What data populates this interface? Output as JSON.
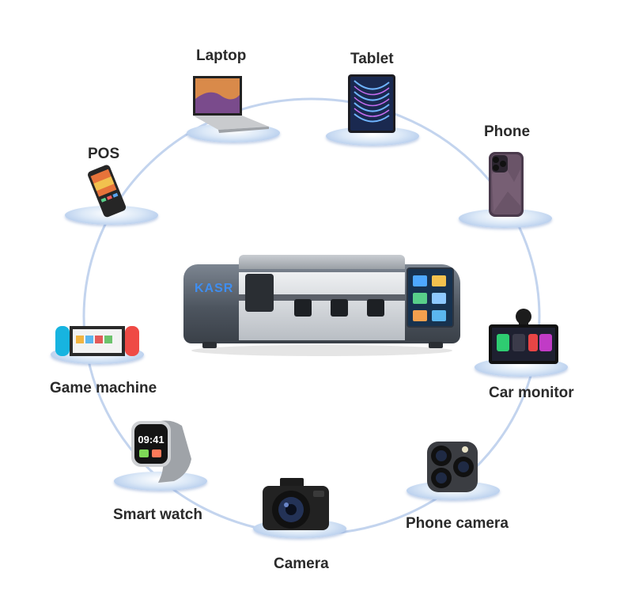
{
  "devices": [
    {
      "name": "laptop",
      "label": "Laptop"
    },
    {
      "name": "tablet",
      "label": "Tablet"
    },
    {
      "name": "phone",
      "label": "Phone"
    },
    {
      "name": "pos",
      "label": "POS"
    },
    {
      "name": "car-monitor",
      "label": "Car monitor"
    },
    {
      "name": "game-machine",
      "label": "Game machine"
    },
    {
      "name": "smart-watch",
      "label": "Smart watch"
    },
    {
      "name": "phone-camera",
      "label": "Phone camera"
    },
    {
      "name": "camera",
      "label": "Camera"
    }
  ],
  "center": {
    "brand": "KASR",
    "icon": "film-cutting-plotter"
  },
  "colors": {
    "ring": "#b9cdec",
    "disc": "#9dbbe6",
    "label": "#2a2a2a",
    "brand": "#3f8ef0"
  }
}
